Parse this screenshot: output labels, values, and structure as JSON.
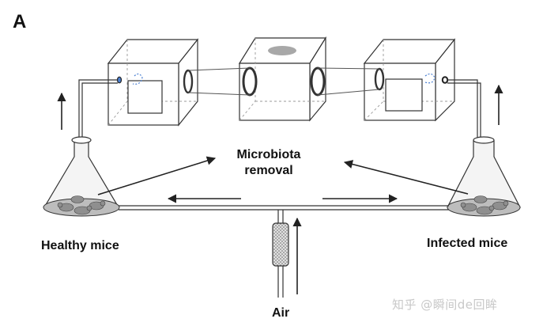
{
  "figure": {
    "panel_label": "A",
    "center_label_line1": "Microbiota",
    "center_label_line2": "removal",
    "healthy_label": "Healthy mice",
    "infected_label": "Infected mice",
    "air_label": "Air",
    "watermark": "知乎 @瞬间de回眸"
  },
  "colors": {
    "line": "#2a2a2a",
    "outline": "#333333",
    "dashed": "#8a8a8a",
    "flask_fill": "#e6e6e6",
    "bedding": "#bdbdbd",
    "mouse": "#8f8f8f",
    "port_blue": "#4a7fd1",
    "filter_fill": "#d9d9d9"
  },
  "icons": [
    "cage-box-icon",
    "flask-icon",
    "mouse-icon",
    "filter-cartridge-icon",
    "airflow-arrow-icon"
  ]
}
